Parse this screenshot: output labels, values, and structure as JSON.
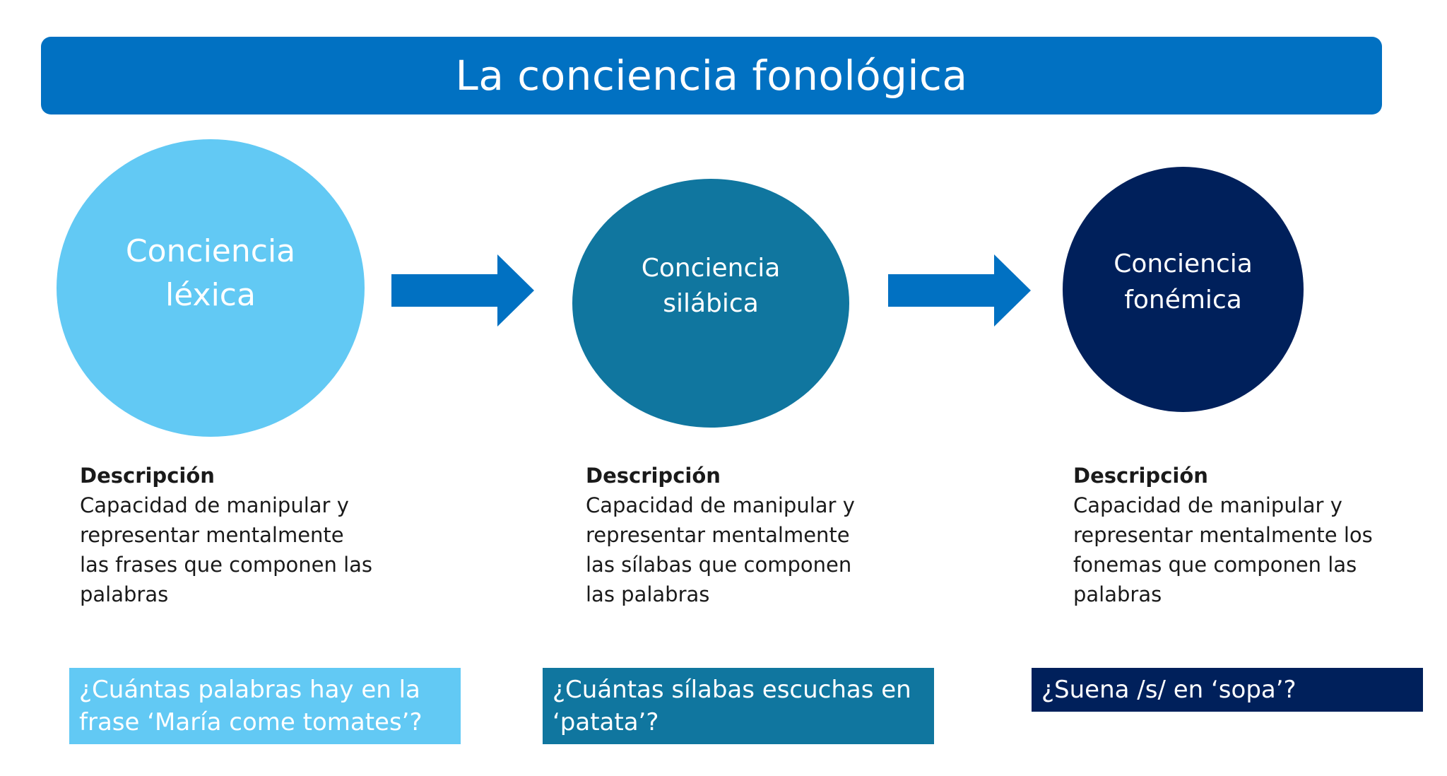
{
  "title": "La conciencia fonológica",
  "colors": {
    "banner": "#0171c2",
    "lexical": "#62c9f4",
    "syllabic": "#10769f",
    "phonemic": "#00205b",
    "arrow": "#0171c2"
  },
  "stages": [
    {
      "label": "Conciencia\nléxica",
      "description_heading": "Descripción",
      "description": "Capacidad de manipular y representar mentalmente las frases que componen las palabras",
      "question": "¿Cuántas palabras hay en la frase ‘María come tomates’?"
    },
    {
      "label": "Conciencia\nsilábica",
      "description_heading": "Descripción",
      "description": "Capacidad de manipular y representar mentalmente las sílabas que componen las palabras",
      "question": "¿Cuántas sílabas escuchas en ‘patata’?"
    },
    {
      "label": "Conciencia\nfonémica",
      "description_heading": "Descripción",
      "description": "Capacidad de manipular y representar mentalmente los fonemas que componen las palabras",
      "question": "¿Suena /s/ en ‘sopa’?"
    }
  ]
}
